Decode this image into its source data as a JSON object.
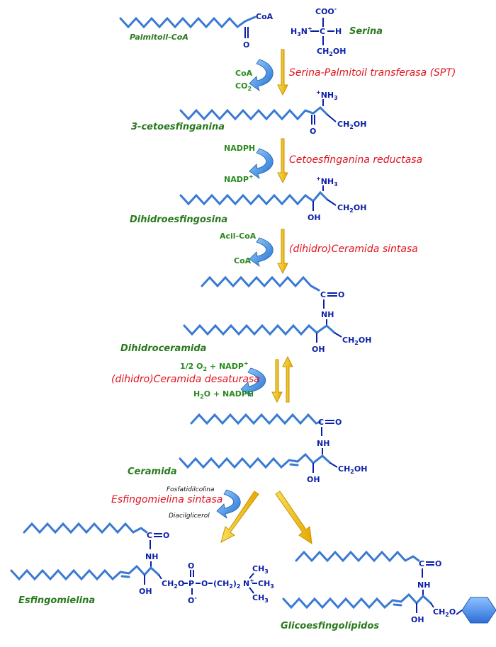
{
  "molecules": {
    "palmitoil_coa": "Palmitoil-CoA",
    "serina": "Serina",
    "cetoesfinganina": "3-cetoesfinganina",
    "dihidroesfingosina": "Dihidroesfingosina",
    "dihidroceramida": "Dihidroceramida",
    "ceramida": "Ceramida",
    "esfingomielina": "Esfingomielina",
    "glicoesfingolipidos": "Glicoesfingolípidos"
  },
  "enzymes": {
    "spt": "Serina-Palmitoil transferasa (SPT)",
    "reductasa": "Cetoesfinganina reductasa",
    "ceramida_sintasa": "(dihidro)Ceramida sintasa",
    "desaturasa": "(dihidro)Ceramida desaturasa",
    "esfingomielina_sintasa": "Esfingomielina sintasa"
  },
  "cofactors": {
    "coa": "CoA",
    "co2": "CO",
    "co2_sub": "2",
    "nadph": "NADPH",
    "nadp": "NADP",
    "nadp_sup": "+",
    "acil_coa": "Acil-CoA",
    "coa2": "CoA",
    "o2_pre": "1/2 O",
    "o2_sub": "2",
    "o2_post": " + NADP",
    "o2_sup": "+",
    "h2o_pre": "H",
    "h2o_sub": "2",
    "h2o_post": "O + NADPH",
    "fosfatidilcolina": "Fosfatidilcolina",
    "diacilglicerol": "Diacilglicerol"
  },
  "atoms": {
    "coa_label": "CoA",
    "o": "O",
    "coo": "COO",
    "minus": "-",
    "h3n": "H",
    "h3n_sub": "3",
    "h3n_n": "N",
    "h3n_plus": "+",
    "c": "C",
    "h": "H",
    "ch2oh": "CH",
    "ch2oh_sub": "2",
    "ch2oh_oh": "OH",
    "nh3_plus": "+",
    "nh3": "NH",
    "nh3_sub": "3",
    "oh": "OH",
    "c_eq": "C",
    "o_eq": "O",
    "nh": "NH",
    "ch2o": "CH",
    "ch2o_sub": "2",
    "ch2o_o": "O",
    "p": "P",
    "ch2_paren": "(CH",
    "ch2_paren_sub": "2",
    "ch2_paren_close": ")",
    "ch2_paren_n": "2",
    "n_plus": "N",
    "plus": "+",
    "ch3": "CH",
    "ch3_sub": "3"
  },
  "colors": {
    "chain": "#3a7ad2",
    "chem": "#0a1fa8",
    "name": "#2a7a1e",
    "enzyme": "#e0141e",
    "arrow": "#f2c21a",
    "sugar": "#3f7fe0"
  }
}
